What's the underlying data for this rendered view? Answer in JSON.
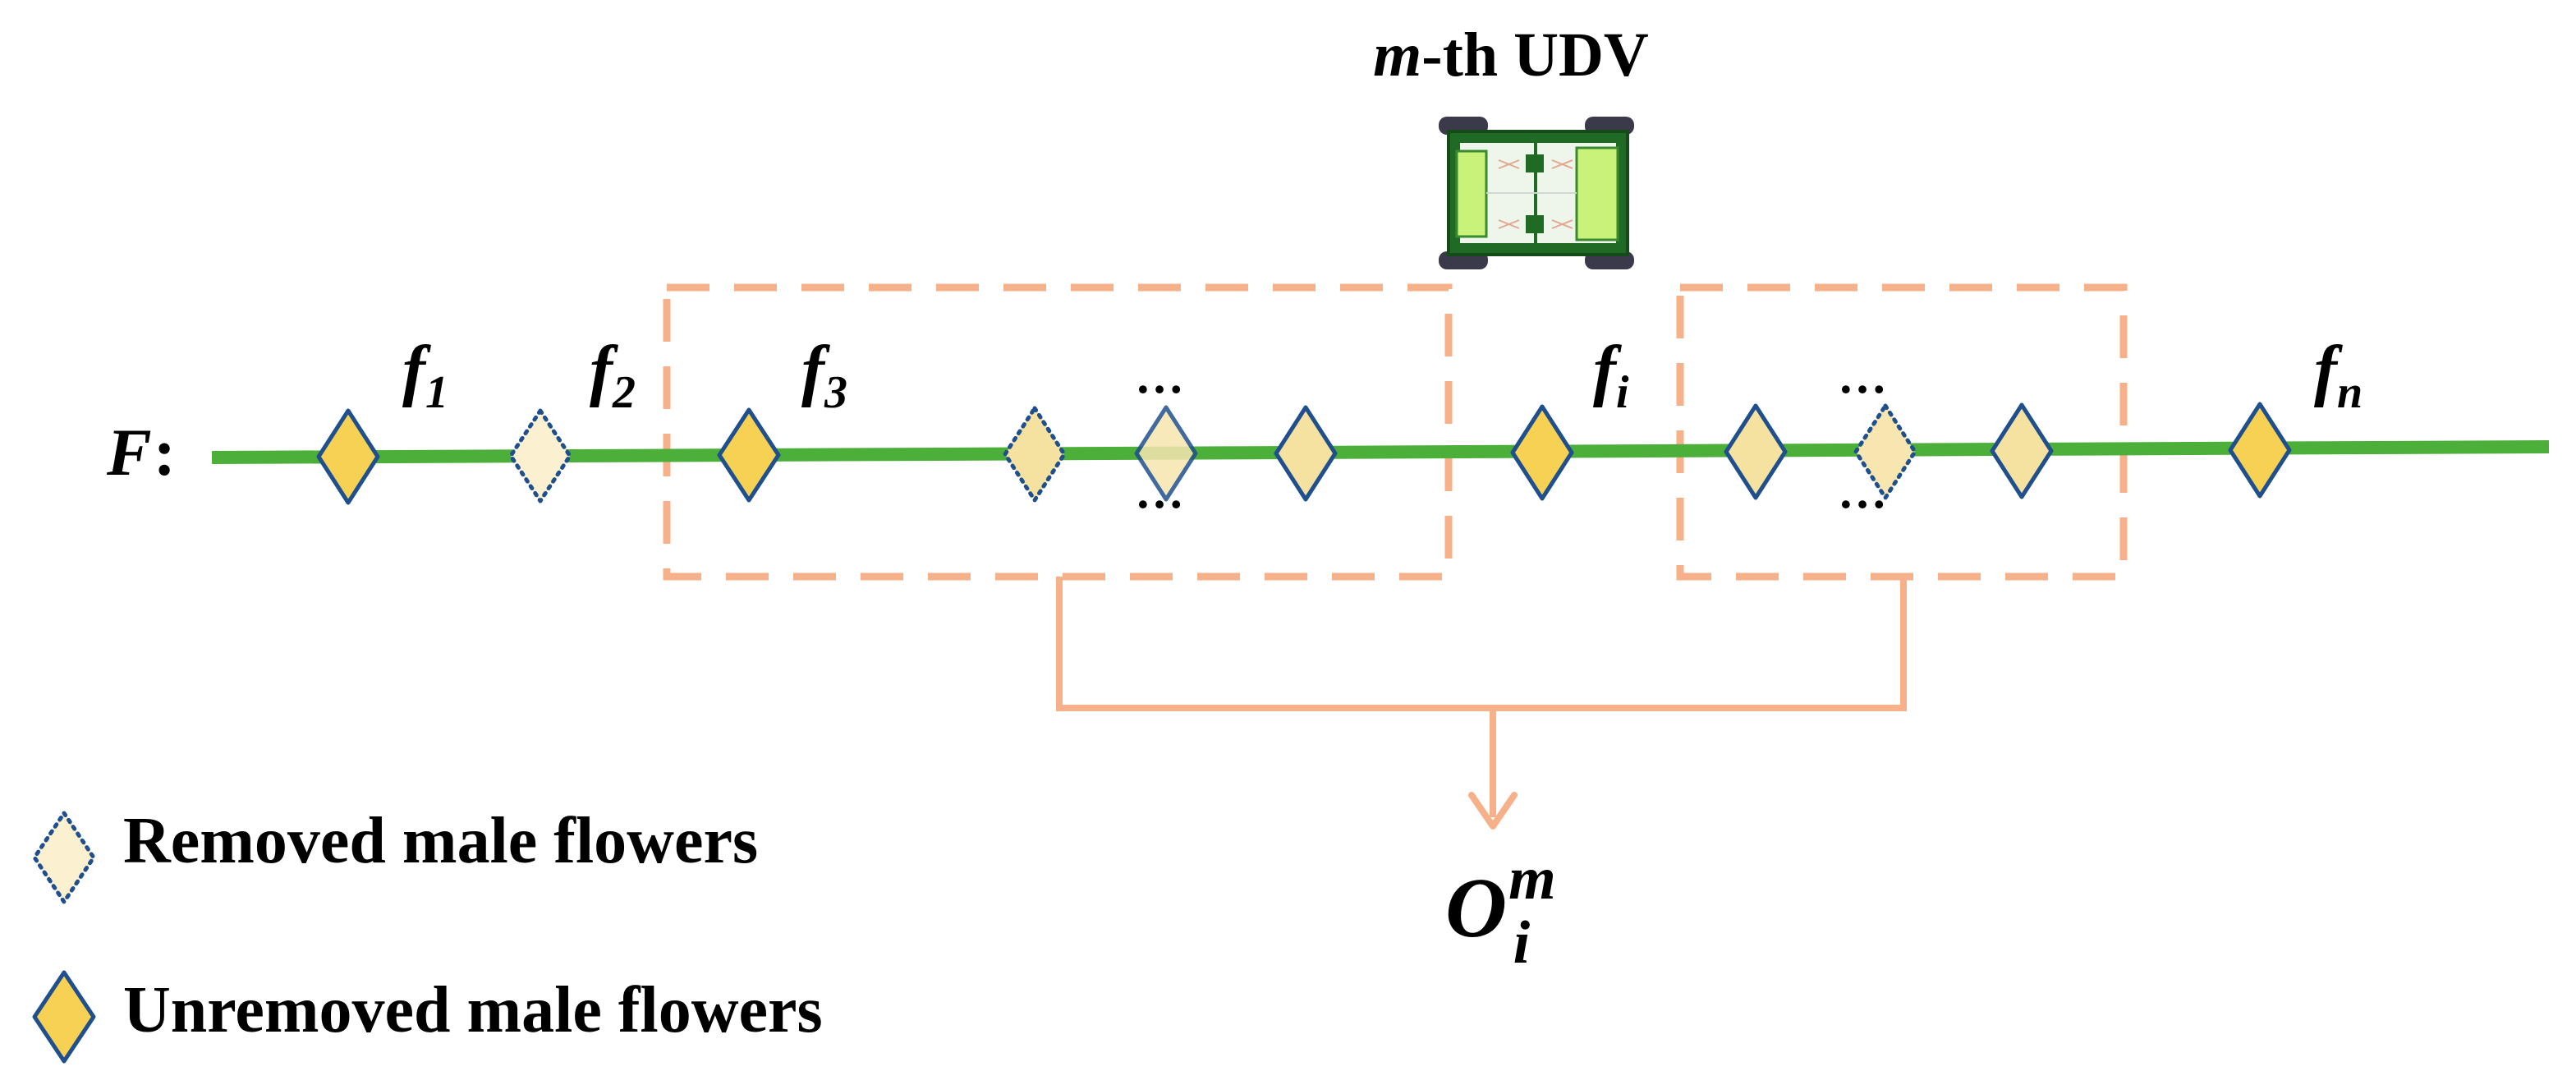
{
  "diagram": {
    "udv_label_prefix": "m",
    "udv_label_suffix": "-th UDV",
    "sequence_label": "F:",
    "flower_labels": [
      {
        "base": "f",
        "sub": "1"
      },
      {
        "base": "f",
        "sub": "2"
      },
      {
        "base": "f",
        "sub": "3"
      },
      {
        "base": "f",
        "sub": "i"
      },
      {
        "base": "f",
        "sub": "n"
      }
    ],
    "ellipsis": "…",
    "output_label": {
      "base": "O",
      "sub": "i",
      "sup": "m"
    },
    "legend": {
      "removed": "Removed male flowers",
      "unremoved": "Unremoved male flowers"
    }
  },
  "colors": {
    "line": "#4caf3a",
    "box": "#f6b08a",
    "diamond_fill_unremoved": "#f7d154",
    "diamond_fill_faded": "#f5e2a0",
    "diamond_fill_removed": "#fbf0cf",
    "diamond_stroke": "#1f4f8c",
    "vehicle_body": "#1f6b25",
    "vehicle_panel": "#c9f27a"
  },
  "icons": {
    "vehicle": "udv-vehicle-icon",
    "removed": "dotted-diamond-icon",
    "unremoved": "solid-diamond-icon"
  }
}
